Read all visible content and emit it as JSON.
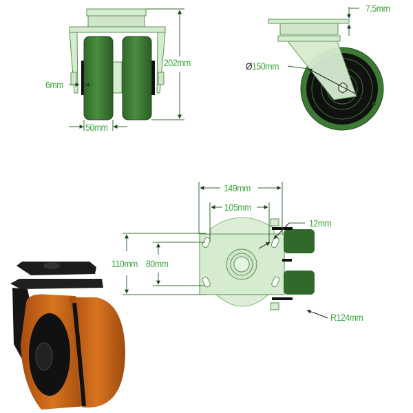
{
  "colors": {
    "dimension_text": "#3aa83a",
    "dimension_line": "#2d6b2d",
    "drawing_fill_light": "#d6ecd0",
    "wheel_green": "#3d7a34",
    "tread_orange": "#c8661a",
    "body_black": "#1a1a1a"
  },
  "views": {
    "front": {
      "dimensions": {
        "height": "202mm",
        "tread_width": "50mm",
        "offset": "6mm"
      }
    },
    "side": {
      "dimensions": {
        "plate_thickness": "7.5mm",
        "wheel_diameter": "150mm",
        "diameter_symbol": "Ø"
      }
    },
    "top": {
      "dimensions": {
        "plate_length": "149mm",
        "hole_spacing_length": "105mm",
        "hole_size": "12mm",
        "plate_width": "110mm",
        "hole_spacing_width": "80mm",
        "swivel_radius": "R124mm"
      }
    },
    "photo": {
      "description": "twin-wheel swivel castor with orange polyurethane treads"
    }
  }
}
